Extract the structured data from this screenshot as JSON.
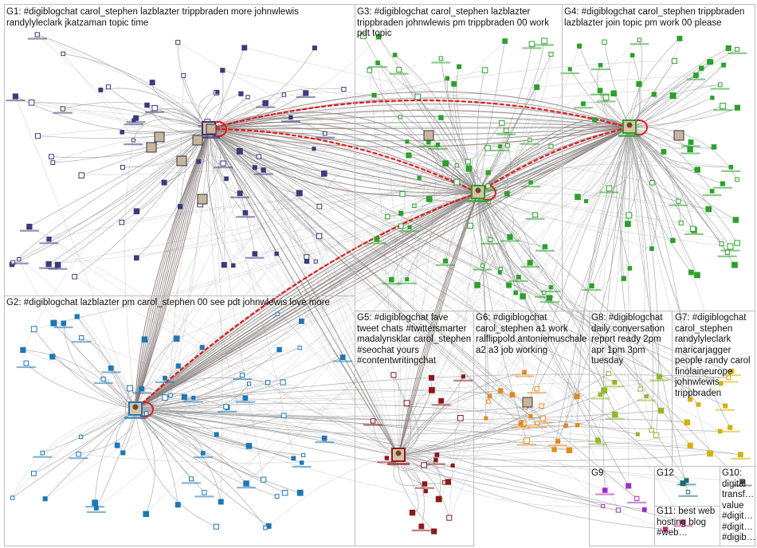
{
  "groups": [
    {
      "id": "G1",
      "label": "G1: #digiblogchat carol_stephen lazblazter trippbraden more johnwlewis randylyleclark jkatzaman topic time",
      "color": "#3b3b7a"
    },
    {
      "id": "G2",
      "label": "G2: #digiblogchat lazblazter pm carol_stephen 00 see pdt johnwlewis love more",
      "color": "#1f77b4"
    },
    {
      "id": "G3",
      "label": "G3: #digiblogchat carol_stephen lazblazter trippbraden johnwlewis pm trippbraden 00 work pdt topic",
      "color": "#2ca02c"
    },
    {
      "id": "G4",
      "label": "G4: #digiblogchat carol_stephen trippbraden lazblazter join topic pm work 00 please",
      "color": "#2ca02c"
    },
    {
      "id": "G5",
      "label": "G5: #digiblogchat fave tweet chats #twittersmarter madalynsklar carol_stephen #seochat yours #contentwritingchat",
      "color": "#8b1a1a"
    },
    {
      "id": "G6",
      "label": "G6: #digiblogchat carol_stephen a1 work ralflippold antoniemuschale a2 a3 job working",
      "color": "#e08a1e"
    },
    {
      "id": "G8",
      "label": "G8: #digiblogchat daily conversation report ready 2pm apr 1pm 3pm tuesday",
      "color": "#8fb92b"
    },
    {
      "id": "G7",
      "label": "G7: #digiblogchat carol_stephen randylyleclark maricarjagger people randy carol finolaineurope johnwlewis trippbraden",
      "color": "#d4b106"
    },
    {
      "id": "G9",
      "label": "G9",
      "color": "#a02cc0"
    },
    {
      "id": "G12",
      "label": "G12",
      "color": "#1a6e6e"
    },
    {
      "id": "G10",
      "label": "G10: digital transf… value #digit… #digit… #digib…",
      "color": "#555555"
    },
    {
      "id": "G11",
      "label": "G11: best web hosting blog #web…",
      "color": "#c0247e"
    }
  ],
  "hubs": [
    {
      "name": "carol_stephen",
      "group": "G2"
    },
    {
      "name": "trippbraden",
      "group": "G3"
    },
    {
      "name": "lazblazter",
      "group": "G4"
    },
    {
      "name": "johnwlewis",
      "group": "G1"
    },
    {
      "name": "madalynsklar",
      "group": "G5"
    }
  ]
}
